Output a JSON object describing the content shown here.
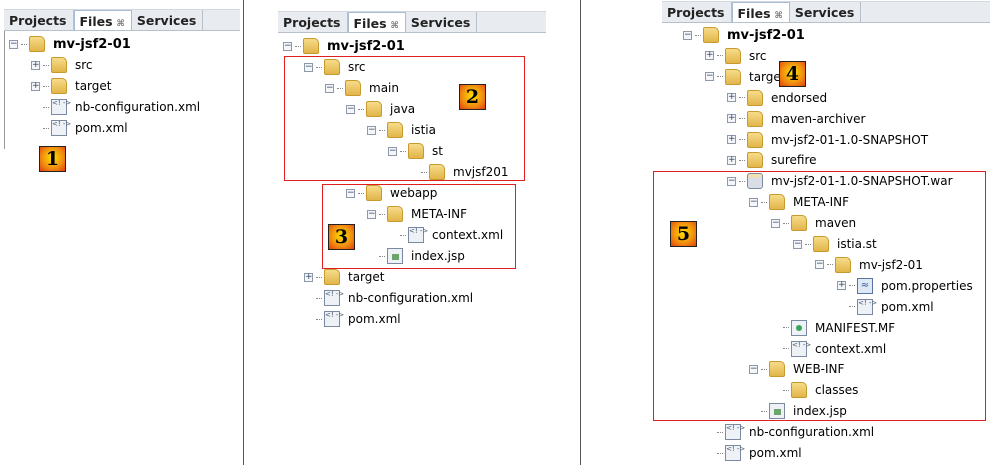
{
  "tabs": {
    "projects": "Projects",
    "files": "Files",
    "close": "⌘",
    "services": "Services"
  },
  "panels": [
    {
      "badge": "1",
      "rows": [
        {
          "level": 0,
          "toggle": "minus",
          "icon": "folder",
          "label": "mv-jsf2-01",
          "root": true
        },
        {
          "level": 1,
          "toggle": "plus",
          "icon": "folder",
          "label": "src"
        },
        {
          "level": 1,
          "toggle": "plus",
          "icon": "folder",
          "label": "target"
        },
        {
          "level": 1,
          "toggle": "none",
          "icon": "xml",
          "label": "nb-configuration.xml"
        },
        {
          "level": 1,
          "toggle": "none",
          "icon": "xml",
          "label": "pom.xml"
        }
      ]
    },
    {
      "badges": [
        "2",
        "3"
      ],
      "rows": [
        {
          "level": 0,
          "toggle": "minus",
          "icon": "folder",
          "label": "mv-jsf2-01",
          "root": true
        },
        {
          "level": 1,
          "toggle": "minus",
          "icon": "folder",
          "label": "src"
        },
        {
          "level": 2,
          "toggle": "minus",
          "icon": "folder",
          "label": "main"
        },
        {
          "level": 3,
          "toggle": "minus",
          "icon": "folder",
          "label": "java"
        },
        {
          "level": 4,
          "toggle": "minus",
          "icon": "folder",
          "label": "istia"
        },
        {
          "level": 5,
          "toggle": "minus",
          "icon": "folder",
          "label": "st"
        },
        {
          "level": 6,
          "toggle": "none",
          "icon": "folder",
          "label": "mvjsf201"
        },
        {
          "level": 3,
          "toggle": "minus",
          "icon": "folder",
          "label": "webapp"
        },
        {
          "level": 4,
          "toggle": "minus",
          "icon": "folder",
          "label": "META-INF"
        },
        {
          "level": 5,
          "toggle": "none",
          "icon": "xml",
          "label": "context.xml"
        },
        {
          "level": 4,
          "toggle": "none",
          "icon": "jsp",
          "label": "index.jsp"
        },
        {
          "level": 1,
          "toggle": "plus",
          "icon": "folder",
          "label": "target"
        },
        {
          "level": 1,
          "toggle": "none",
          "icon": "xml",
          "label": "nb-configuration.xml"
        },
        {
          "level": 1,
          "toggle": "none",
          "icon": "xml",
          "label": "pom.xml"
        }
      ]
    },
    {
      "badges": [
        "4",
        "5"
      ],
      "rows": [
        {
          "level": 0,
          "toggle": "minus",
          "icon": "folder",
          "label": "mv-jsf2-01",
          "root": true
        },
        {
          "level": 1,
          "toggle": "plus",
          "icon": "folder",
          "label": "src"
        },
        {
          "level": 1,
          "toggle": "minus",
          "icon": "folder",
          "label": "target"
        },
        {
          "level": 2,
          "toggle": "plus",
          "icon": "folder",
          "label": "endorsed"
        },
        {
          "level": 2,
          "toggle": "plus",
          "icon": "folder",
          "label": "maven-archiver"
        },
        {
          "level": 2,
          "toggle": "plus",
          "icon": "folder",
          "label": "mv-jsf2-01-1.0-SNAPSHOT"
        },
        {
          "level": 2,
          "toggle": "plus",
          "icon": "folder",
          "label": "surefire"
        },
        {
          "level": 2,
          "toggle": "minus",
          "icon": "war",
          "label": "mv-jsf2-01-1.0-SNAPSHOT.war"
        },
        {
          "level": 3,
          "toggle": "minus",
          "icon": "folder",
          "label": "META-INF"
        },
        {
          "level": 4,
          "toggle": "minus",
          "icon": "folder",
          "label": "maven"
        },
        {
          "level": 5,
          "toggle": "minus",
          "icon": "folder",
          "label": "istia.st"
        },
        {
          "level": 6,
          "toggle": "minus",
          "icon": "folder",
          "label": "mv-jsf2-01"
        },
        {
          "level": 7,
          "toggle": "plus",
          "icon": "properties",
          "label": "pom.properties"
        },
        {
          "level": 7,
          "toggle": "none",
          "icon": "xml",
          "label": "pom.xml"
        },
        {
          "level": 4,
          "toggle": "none",
          "icon": "manifest",
          "label": "MANIFEST.MF"
        },
        {
          "level": 4,
          "toggle": "none",
          "icon": "xml",
          "label": "context.xml"
        },
        {
          "level": 3,
          "toggle": "minus",
          "icon": "folder",
          "label": "WEB-INF"
        },
        {
          "level": 4,
          "toggle": "none",
          "icon": "folder",
          "label": "classes"
        },
        {
          "level": 3,
          "toggle": "none",
          "icon": "jsp",
          "label": "index.jsp"
        },
        {
          "level": 1,
          "toggle": "none",
          "icon": "xml",
          "label": "nb-configuration.xml"
        },
        {
          "level": 1,
          "toggle": "none",
          "icon": "xml",
          "label": "pom.xml"
        }
      ]
    }
  ]
}
